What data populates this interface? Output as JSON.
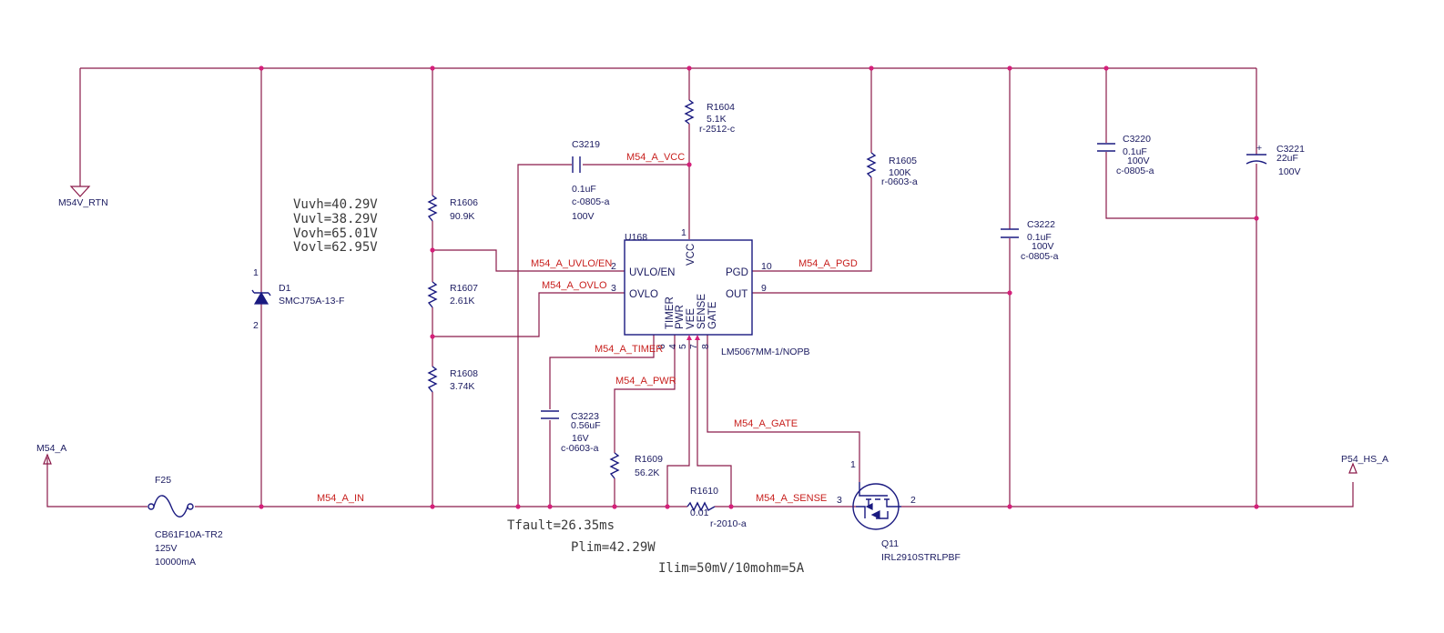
{
  "colors": {
    "wire": "#8b1a4a",
    "component": "#1a1a80",
    "junction": "#d4207a",
    "net_label": "#c8201e"
  },
  "nets": {
    "vcc": "M54_A_VCC",
    "uvlo": "M54_A_UVLO/EN",
    "ovlo": "M54_A_OVLO",
    "pgd": "M54_A_PGD",
    "timer": "M54_A_TIMER",
    "pwr": "M54_A_PWR",
    "gate": "M54_A_GATE",
    "sense": "M54_A_SENSE",
    "in": "M54_A_IN"
  },
  "ports": {
    "rtn": "M54V_RTN",
    "input": "M54_A",
    "output": "P54_HS_A"
  },
  "notes": {
    "vuvh": "Vuvh=40.29V",
    "vuvl": "Vuvl=38.29V",
    "vovh": "Vovh=65.01V",
    "vovl": "Vovl=62.95V",
    "tfault": "Tfault=26.35ms",
    "plim": "Plim=42.29W",
    "ilim": "Ilim=50mV/10mohm=5A"
  },
  "components": {
    "d1": {
      "ref": "D1",
      "value": "SMCJ75A-13-F",
      "pin1": "1",
      "pin2": "2"
    },
    "f25": {
      "ref": "F25",
      "part": "CB61F10A-TR2",
      "voltage": "125V",
      "current": "10000mA"
    },
    "r1604": {
      "ref": "R1604",
      "value": "5.1K",
      "footprint": "r-2512-c"
    },
    "r1605": {
      "ref": "R1605",
      "value": "100K",
      "footprint": "r-0603-a"
    },
    "r1606": {
      "ref": "R1606",
      "value": "90.9K"
    },
    "r1607": {
      "ref": "R1607",
      "value": "2.61K"
    },
    "r1608": {
      "ref": "R1608",
      "value": "3.74K"
    },
    "r1609": {
      "ref": "R1609",
      "value": "56.2K"
    },
    "r1610": {
      "ref": "R1610",
      "value": "0.01",
      "footprint": "r-2010-a"
    },
    "c3219": {
      "ref": "C3219",
      "value": "0.1uF",
      "footprint": "c-0805-a",
      "voltage": "100V"
    },
    "c3220": {
      "ref": "C3220",
      "value": "0.1uF",
      "voltage": "100V",
      "footprint": "c-0805-a"
    },
    "c3221": {
      "ref": "C3221",
      "value": "22uF",
      "voltage": "100V"
    },
    "c3222": {
      "ref": "C3222",
      "value": "0.1uF",
      "voltage": "100V",
      "footprint": "c-0805-a"
    },
    "c3223": {
      "ref": "C3223",
      "value": "0.56uF",
      "voltage": "16V",
      "footprint": "c-0603-a"
    },
    "q11": {
      "ref": "Q11",
      "part": "IRL2910STRLPBF",
      "pin1": "1",
      "pin2": "2",
      "pin3": "3"
    }
  },
  "ic": {
    "ref": "U168",
    "part": "LM5067MM-1/NOPB",
    "pins": {
      "vcc": "VCC",
      "uvlo": "UVLO/EN",
      "ovlo": "OVLO",
      "pgd": "PGD",
      "out": "OUT",
      "timer": "TIMER",
      "pwr": "PWR",
      "vee": "VEE",
      "sense": "SENSE",
      "gate": "GATE"
    },
    "pin_numbers": {
      "vcc": "1",
      "uvlo": "2",
      "ovlo": "3",
      "timer": "6",
      "pwr": "4",
      "vee": "5",
      "sense": "7",
      "gate": "8",
      "pgd": "10",
      "out": "9"
    }
  }
}
